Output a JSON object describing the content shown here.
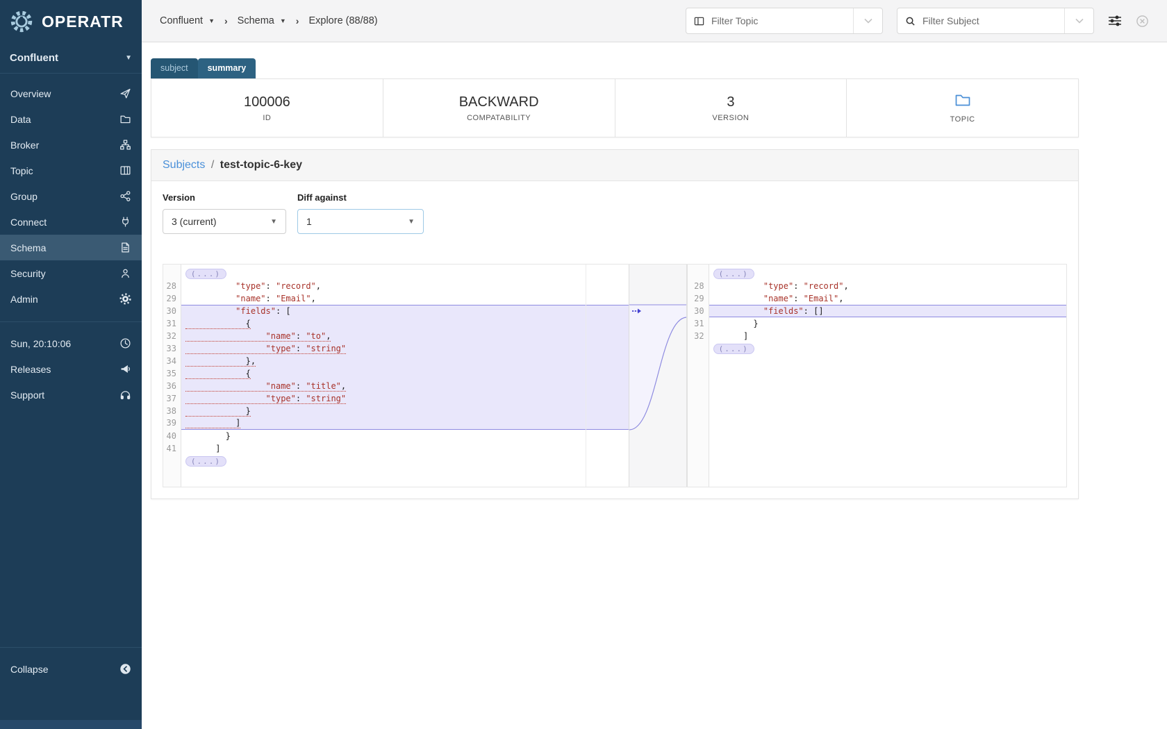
{
  "brand": {
    "name": "OPERATR"
  },
  "colors": {
    "sidebar_navy": "#1d3d57",
    "sidebar_selected": "#3a5a73",
    "logo_blue": "#a8cbdf",
    "accent_blue": "#4a90d9",
    "tab_subject_bg": "#255673",
    "tab_summary_bg": "#2d6282",
    "diff_highlight": "#e9e7fb",
    "diff_border_purple": "#8d8ae0",
    "diff_string_red": "#a8332a",
    "diff_removed_dotted_red": "#c0392b"
  },
  "sidebar": {
    "cluster": {
      "label": "Confluent"
    },
    "nav": [
      {
        "key": "overview",
        "label": "Overview",
        "icon": "send"
      },
      {
        "key": "data",
        "label": "Data",
        "icon": "folder"
      },
      {
        "key": "broker",
        "label": "Broker",
        "icon": "sitemap"
      },
      {
        "key": "topic",
        "label": "Topic",
        "icon": "columns"
      },
      {
        "key": "group",
        "label": "Group",
        "icon": "share"
      },
      {
        "key": "connect",
        "label": "Connect",
        "icon": "plug"
      },
      {
        "key": "schema",
        "label": "Schema",
        "icon": "file",
        "active": true
      },
      {
        "key": "security",
        "label": "Security",
        "icon": "user"
      },
      {
        "key": "admin",
        "label": "Admin",
        "icon": "gear"
      }
    ],
    "meta": [
      {
        "key": "clock",
        "label": "Sun, 20:10:06",
        "icon": "clock"
      },
      {
        "key": "releases",
        "label": "Releases",
        "icon": "megaphone"
      },
      {
        "key": "support",
        "label": "Support",
        "icon": "headphones"
      }
    ],
    "collapse": {
      "label": "Collapse",
      "icon": "collapse"
    }
  },
  "topbar": {
    "breadcrumb": [
      {
        "label": "Confluent",
        "dropdown": true
      },
      {
        "label": "Schema",
        "dropdown": true
      },
      {
        "label": "Explore (88/88)",
        "dropdown": false
      }
    ],
    "filter_topic": {
      "placeholder": "Filter Topic",
      "icon": "columns-sm"
    },
    "filter_subject": {
      "placeholder": "Filter Subject",
      "icon": "search"
    }
  },
  "tabs": [
    {
      "label": "subject",
      "active": true
    },
    {
      "label": "summary",
      "active": false
    }
  ],
  "stats": [
    {
      "value": "100006",
      "label": "ID"
    },
    {
      "value": "BACKWARD",
      "label": "COMPATABILITY"
    },
    {
      "value": "3",
      "label": "VERSION"
    },
    {
      "icon": "folder-blue",
      "label": "TOPIC"
    }
  ],
  "subject_card": {
    "breadcrumb_link": "Subjects",
    "separator": "/",
    "title": "test-topic-6-key",
    "version": {
      "label": "Version",
      "value": "3 (current)"
    },
    "diff_against": {
      "label": "Diff against",
      "value": "1"
    }
  },
  "diff": {
    "ellipsis": "(...)",
    "left": {
      "block": {
        "start": 30,
        "end": 39
      },
      "rows": [
        {
          "badge": true
        },
        {
          "num": 28,
          "text": "          \"type\": \"record\","
        },
        {
          "num": 29,
          "text": "          \"name\": \"Email\","
        },
        {
          "num": 30,
          "text": "          \"fields\": ["
        },
        {
          "num": 31,
          "text": "            {",
          "removed": true
        },
        {
          "num": 32,
          "text": "                \"name\": \"to\",",
          "removed": true
        },
        {
          "num": 33,
          "text": "                \"type\": \"string\"",
          "removed": true
        },
        {
          "num": 34,
          "text": "            },",
          "removed": true
        },
        {
          "num": 35,
          "text": "            {",
          "removed": true
        },
        {
          "num": 36,
          "text": "                \"name\": \"title\",",
          "removed": true
        },
        {
          "num": 37,
          "text": "                \"type\": \"string\"",
          "removed": true
        },
        {
          "num": 38,
          "text": "            }",
          "removed": true
        },
        {
          "num": 39,
          "text": "          ]",
          "removed": true
        },
        {
          "num": 40,
          "text": "        }"
        },
        {
          "num": 41,
          "text": "      ]"
        },
        {
          "badge": true
        }
      ]
    },
    "right": {
      "block": {
        "start": 30,
        "end": 30
      },
      "rows": [
        {
          "badge": true
        },
        {
          "num": 28,
          "text": "          \"type\": \"record\","
        },
        {
          "num": 29,
          "text": "          \"name\": \"Email\","
        },
        {
          "num": 30,
          "text": "          \"fields\": []"
        },
        {
          "num": 31,
          "text": "        }"
        },
        {
          "num": 32,
          "text": "      ]"
        },
        {
          "badge": true
        }
      ]
    }
  }
}
